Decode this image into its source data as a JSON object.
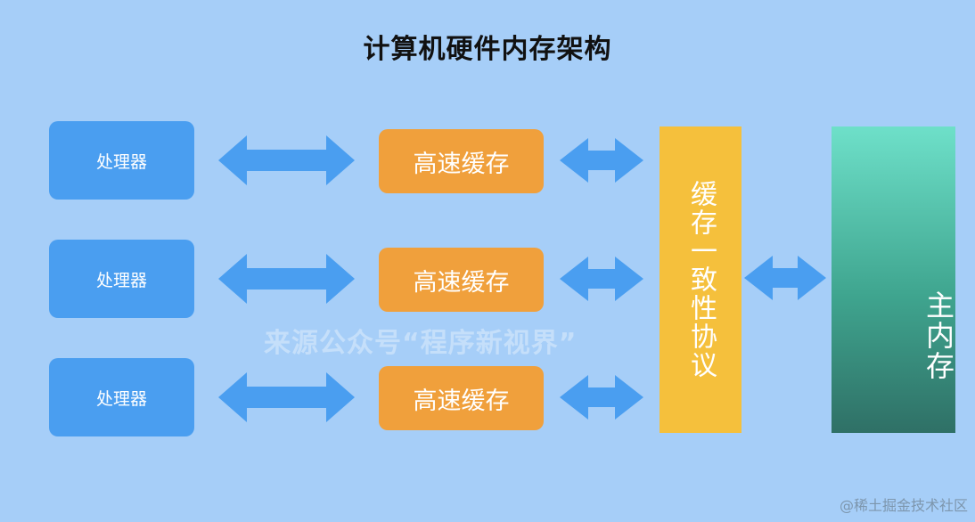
{
  "title": "计算机硬件内存架构",
  "processors": [
    "处理器",
    "处理器",
    "处理器"
  ],
  "caches": [
    "高速缓存",
    "高速缓存",
    "高速缓存"
  ],
  "coherence_label": "缓存一致性协议",
  "main_memory_label": "主内存",
  "watermark": "来源公众号“程序新视界”",
  "credit": "@稀土掘金技术社区",
  "colors": {
    "background": "#a6cef8",
    "processor": "#4a9ef0",
    "cache": "#f0a03c",
    "coherence": "#f5c03c",
    "memory_top": "#6ee0c9",
    "memory_bottom": "#2f7066",
    "arrow": "#4a9ef0"
  }
}
